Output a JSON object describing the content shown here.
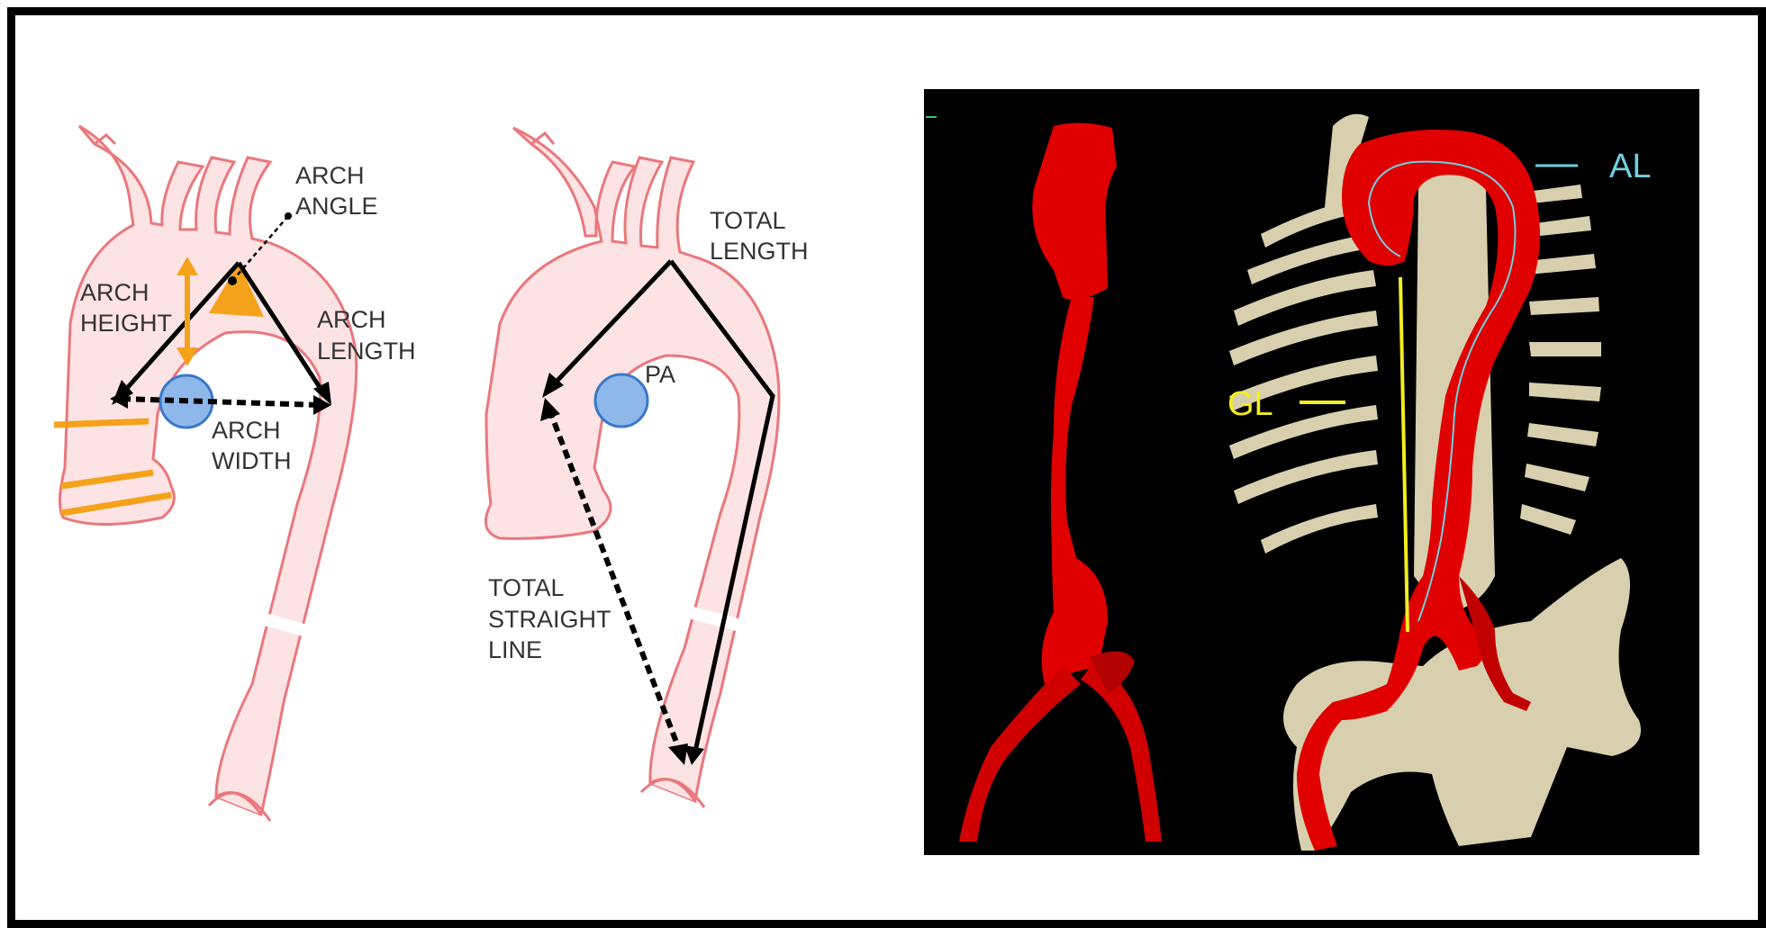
{
  "diagram_left": {
    "labels": {
      "arch_angle_1": "ARCH",
      "arch_angle_2": "ANGLE",
      "arch_height_1": "ARCH",
      "arch_height_2": "HEIGHT",
      "arch_length_1": "ARCH",
      "arch_length_2": "LENGTH",
      "arch_width_1": "ARCH",
      "arch_width_2": "WIDTH"
    }
  },
  "diagram_middle": {
    "labels": {
      "total_length_1": "TOTAL",
      "total_length_2": "LENGTH",
      "pa": "PA",
      "total_straight_1": "TOTAL",
      "total_straight_2": "STRAIGHT",
      "total_straight_3": "LINE"
    }
  },
  "ct_image": {
    "labels": {
      "al": "AL",
      "gl": "GL"
    }
  },
  "colors": {
    "vessel_fill": "#fde3e4",
    "vessel_stroke": "#e9787c",
    "orange": "#f5a21b",
    "pa_fill": "#8fb8ea",
    "pa_stroke": "#3b78c9",
    "ct_red": "#e00000",
    "bone": "#d8cfae",
    "al_cyan": "#6fd0e0",
    "gl_yellow": "#f2ee1e"
  }
}
